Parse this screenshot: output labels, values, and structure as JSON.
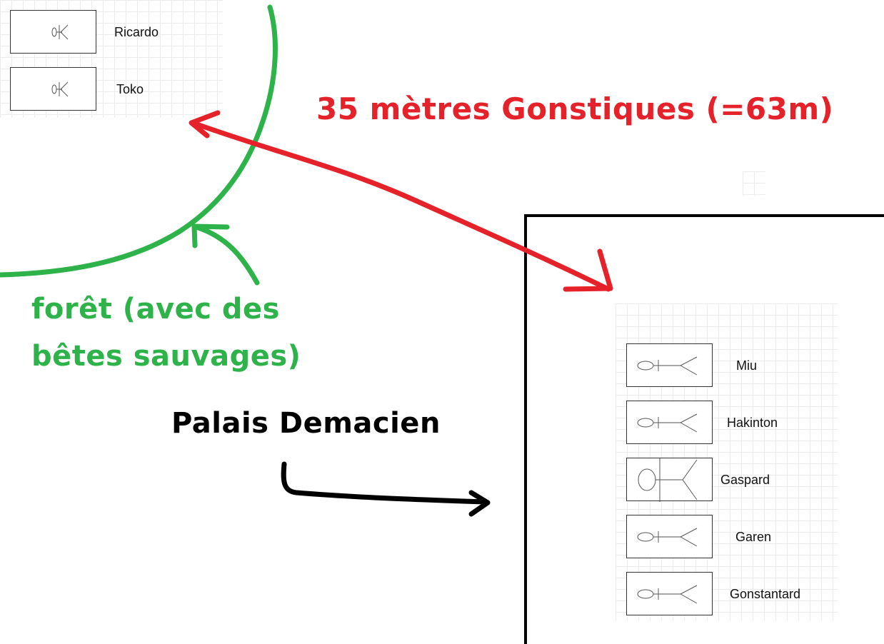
{
  "distance_label": "35 mètres Gonstiques (=63m)",
  "forest_label": {
    "line1": "forêt (avec des",
    "line2": "bêtes sauvages)"
  },
  "palace_label": "Palais Demacien",
  "outside_group": [
    "Ricardo",
    "Toko"
  ],
  "palace_group": [
    "Miu",
    "Hakinton",
    "Gaspard",
    "Garen",
    "Gonstantard"
  ],
  "colors": {
    "distance": "#e52129",
    "forest": "#2eb24a",
    "palace": "#000000",
    "person_box": "#333333"
  },
  "icons": [
    "person-icon",
    "arrow-icon"
  ]
}
